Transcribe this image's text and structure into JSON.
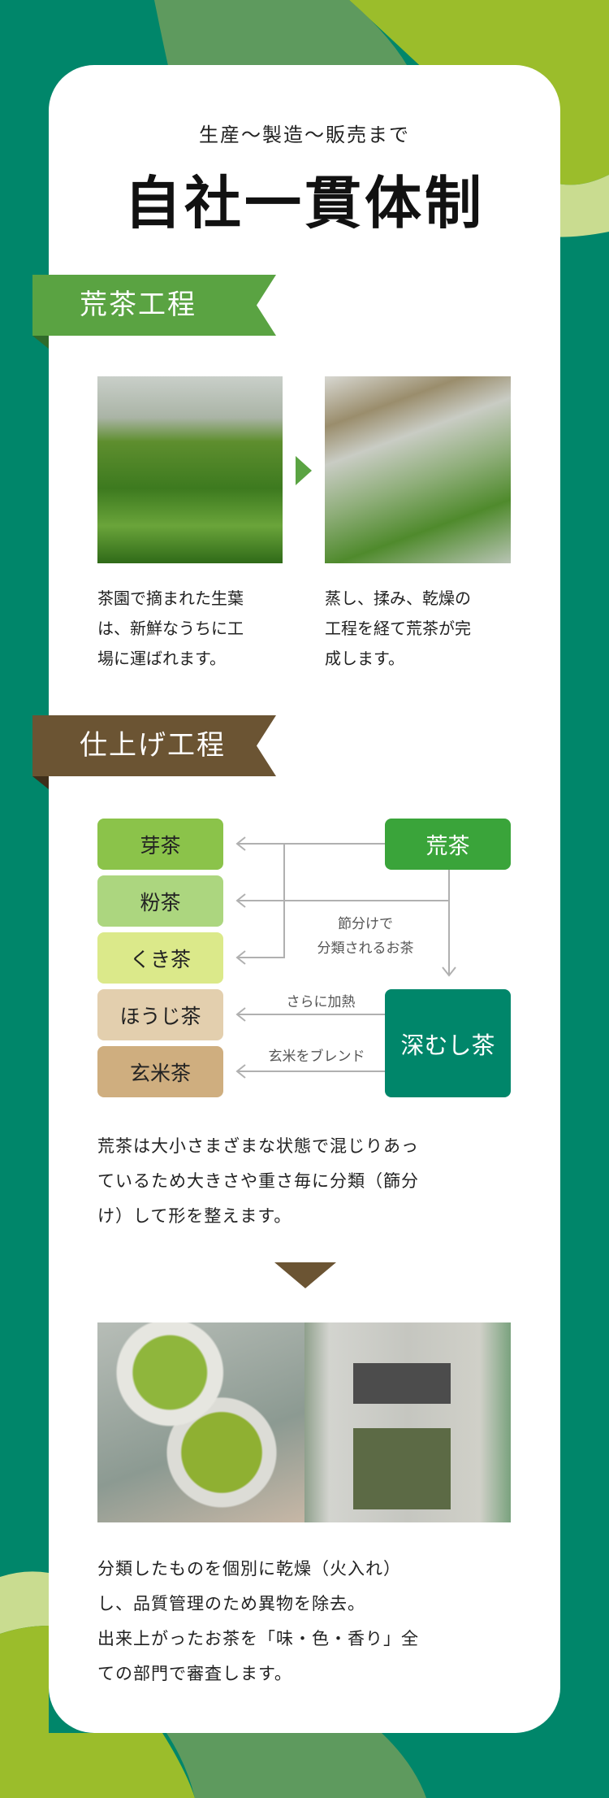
{
  "header": {
    "subtitle": "生産〜製造〜販売まで",
    "title": "自社一貫体制"
  },
  "section1": {
    "ribbon": "荒茶工程",
    "ribbon_color": "#5aa342",
    "captions": [
      "茶園で摘まれた生葉\nは、新鮮なうちに工\n場に運ばれます。",
      "蒸し、揉み、乾燥の\n工程を経て荒茶が完\n成します。"
    ],
    "caption_lines": [
      [
        "茶園で摘まれた生葉",
        "は、新鮮なうちに工",
        "場に運ばれます。"
      ],
      [
        "蒸し、揉み、乾燥の",
        "工程を経て荒茶が完",
        "成します。"
      ]
    ]
  },
  "section2": {
    "ribbon": "仕上げ工程",
    "ribbon_color": "#6b5433",
    "products": [
      {
        "label": "芽茶",
        "color": "#8bc34a"
      },
      {
        "label": "粉茶",
        "color": "#acd67f"
      },
      {
        "label": "くき茶",
        "color": "#dbe98a"
      },
      {
        "label": "ほうじ茶",
        "color": "#e3cfae"
      },
      {
        "label": "玄米茶",
        "color": "#cfae7f"
      }
    ],
    "sources": {
      "aracha": "荒茶",
      "aracha_color": "#3aa43a",
      "fukamushi": "深むし茶",
      "fukamushi_color": "#00866a"
    },
    "flow_labels": {
      "sorting_1": "節分けで",
      "sorting_2": "分類されるお茶",
      "heat": "さらに加熱",
      "blend": "玄米をブレンド"
    },
    "description": [
      "荒茶は大小さまざまな状態で混じりあっ",
      "ているため大きさや重さ毎に分類（篩分",
      "け）して形を整えます。"
    ],
    "final": [
      "分類したものを個別に乾燥（火入れ）",
      "し、品質管理のため異物を除去。",
      "出来上がったお茶を「味・色・香り」全",
      "ての部門で審査します。"
    ]
  }
}
